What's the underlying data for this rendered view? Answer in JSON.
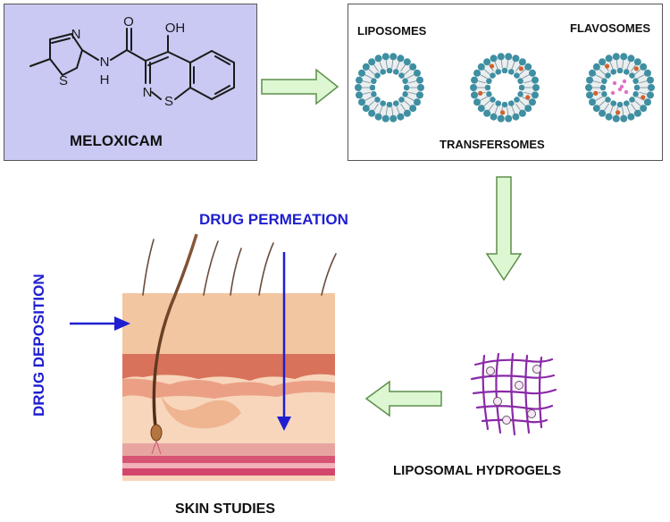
{
  "molecule": {
    "name": "MELOXICAM",
    "atoms": {
      "n1": "N",
      "s1": "S",
      "nh": "N",
      "h": "H",
      "o": "O",
      "oh": "OH",
      "n2": "N",
      "s2": "S"
    }
  },
  "vesicles": {
    "liposomes": "LIPOSOMES",
    "flavosomes": "FLAVOSOMES",
    "transfersomes": "TRANSFERSOMES"
  },
  "hydrogel": {
    "label": "LIPOSOMAL HYDROGELS"
  },
  "skin": {
    "label": "SKIN STUDIES",
    "permeation": "DRUG PERMEATION",
    "deposition": "DRUG DEPOSITION"
  },
  "colors": {
    "molecule_box": "#c9c9f3",
    "arrow_fill": "#dcf7d2",
    "arrow_stroke": "#5d8f4a",
    "drug_arrow": "#1f1fd0",
    "membrane": "#3f8fa2",
    "hydrogel": "#8a2aa8"
  }
}
